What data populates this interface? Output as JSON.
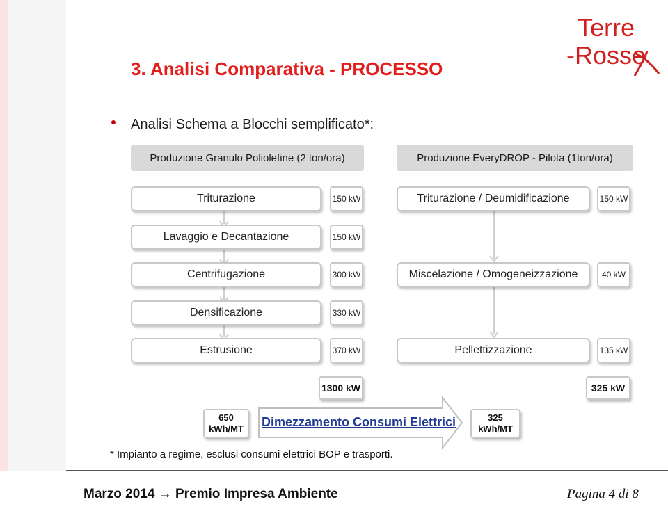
{
  "title": "3. Analisi Comparativa - PROCESSO",
  "logo": {
    "line1": "Terre",
    "line2": "-Rosse"
  },
  "subtitle": "Analisi Schema a Blocchi semplificato*:",
  "left_header": "Produzione Granulo Poliolefine (2 ton/ora)",
  "right_header": "Produzione EveryDROP - Pilota (1ton/ora)",
  "left_steps": [
    {
      "label": "Triturazione",
      "power": "150 kW"
    },
    {
      "label": "Lavaggio e Decantazione",
      "power": "150 kW"
    },
    {
      "label": "Centrifugazione",
      "power": "300 kW"
    },
    {
      "label": "Densificazione",
      "power": "330 kW"
    },
    {
      "label": "Estrusione",
      "power": "370 kW"
    }
  ],
  "right_steps": [
    {
      "label": "Triturazione / Deumidificazione",
      "power": "150 kW"
    },
    {
      "label": "Miscelazione / Omogeneizzazione",
      "power": "40 kW"
    },
    {
      "label": "Pellettizzazione",
      "power": "135 kW"
    }
  ],
  "left_total": "1300 kW",
  "right_total": "325 kW",
  "left_result": {
    "value": "650",
    "unit": "kWh/MT"
  },
  "right_result": {
    "value": "325",
    "unit": "kWh/MT"
  },
  "arrow_label": "Dimezzamento Consumi Elettrici",
  "footnote": "* Impianto a regime, esclusi consumi elettrici BOP e trasporti.",
  "footer": {
    "left": "Marzo 2014 → Premio Impresa Ambiente",
    "right": "Pagina 4 di 8"
  },
  "colors": {
    "title": "#e31c1c",
    "logo": "#d02020",
    "arrow_text": "#1f3a93",
    "header_bg": "#d9d9d9"
  }
}
